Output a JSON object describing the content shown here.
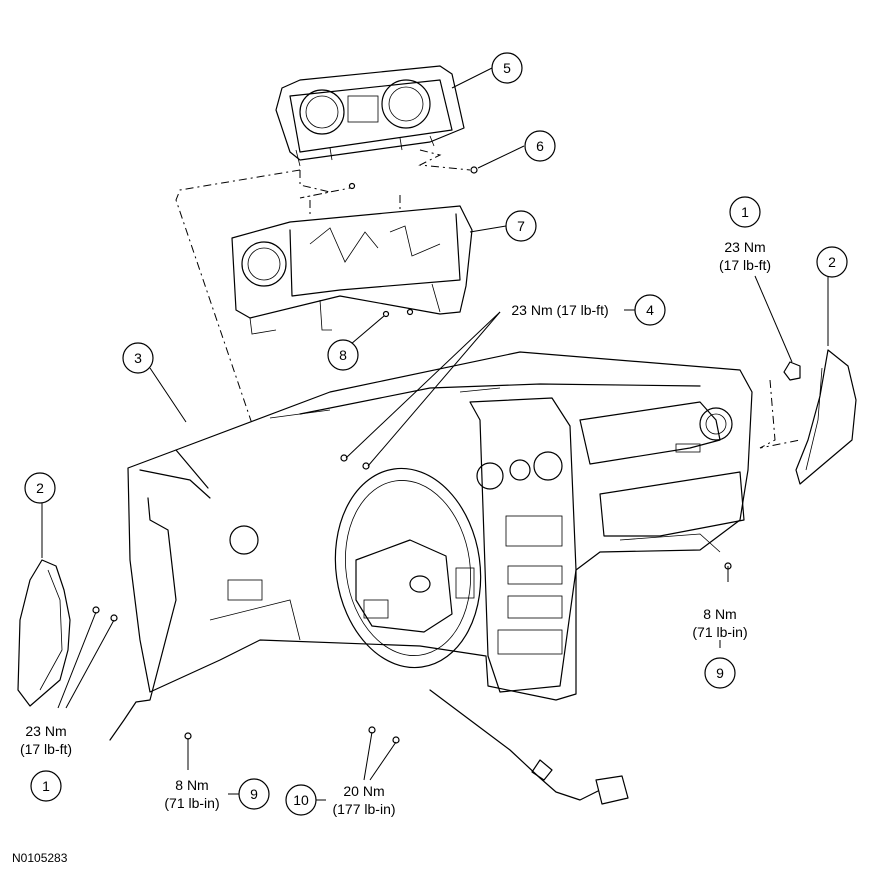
{
  "figure_id": "N0105283",
  "callouts": {
    "c1_top": "1",
    "c2_right": "2",
    "c2_left": "2",
    "c3": "3",
    "c4": "4",
    "c5": "5",
    "c6": "6",
    "c7": "7",
    "c8": "8",
    "c9_right": "9",
    "c9_bottom": "9",
    "c1_bottom": "1",
    "c10": "10"
  },
  "torques": {
    "t1_top_nm": "23 Nm",
    "t1_top_lbft": "(17 lb-ft)",
    "t4": "23 Nm (17 lb-ft)",
    "t9_right_nm": "8 Nm",
    "t9_right_lbin": "(71 lb-in)",
    "t1_bottom_nm": "23 Nm",
    "t1_bottom_lbft": "(17 lb-ft)",
    "t9_bottom_nm": "8 Nm",
    "t9_bottom_lbin": "(71 lb-in)",
    "t10_nm": "20 Nm",
    "t10_lbin": "(177 lb-in)"
  }
}
